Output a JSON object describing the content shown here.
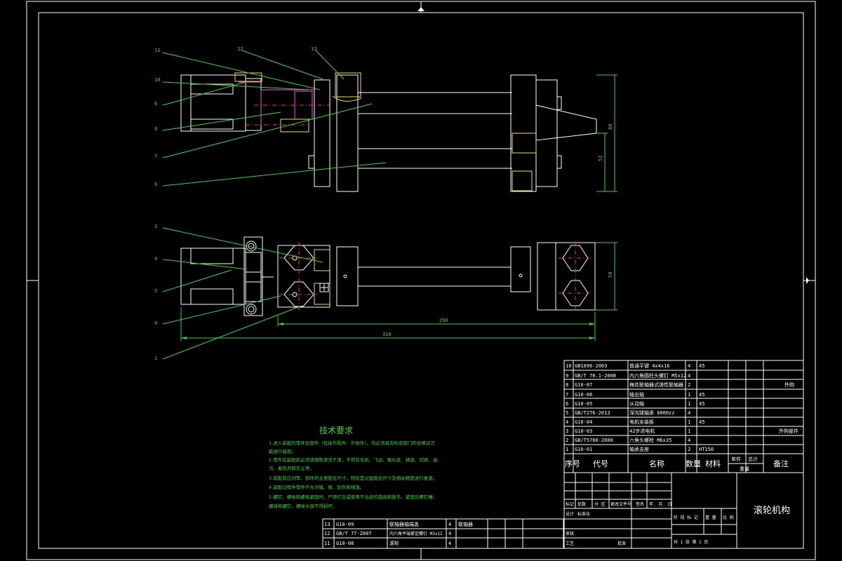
{
  "drawing_title": "滚轮机构",
  "tech": {
    "title": "技术要求",
    "lines": [
      "1.进入装配的零件及部件（包括外购件、外协件），均必须具有检验部门的合格证方",
      "能进行装配。",
      "2.零件在装配前必须清理和清洗干净，不得有毛刺、飞边、氧化皮、锈蚀、切屑、油",
      "污、着色剂和灰尘等。",
      "3.装配前应对零、部件的主要配合尺寸，特别是过盈配合尺寸及相关精度进行复查。",
      "4.装配过程中零件不允许磕、碰、划伤和锈蚀。",
      "5.螺钉、螺栓和螺母紧固时，严禁打击或使用不合适的旋具和扳手。紧固后螺钉槽、",
      "螺母和螺钉、螺栓头部不得损坏。"
    ]
  },
  "bom_header": {
    "no": "序号",
    "code": "代号",
    "name": "名称",
    "qty": "数量",
    "material": "材料",
    "unit_weight": "单件",
    "total_weight": "总计",
    "weight": "重量",
    "remark": "备注"
  },
  "bom": [
    {
      "no": "10",
      "code": "GB1096-2003",
      "name": "普通平键 4x4x16",
      "qty": "4",
      "material": "45",
      "remark": ""
    },
    {
      "no": "9",
      "code": "GB/T 70.1-2008",
      "name": "内六角圆柱头螺钉 M5x12",
      "qty": "4",
      "material": "",
      "remark": ""
    },
    {
      "no": "8",
      "code": "G10-07",
      "name": "梅花联轴器式弹性联轴器",
      "qty": "2",
      "material": "",
      "remark": "外购"
    },
    {
      "no": "7",
      "code": "G10-06",
      "name": "输出轴",
      "qty": "1",
      "material": "45",
      "remark": ""
    },
    {
      "no": "6",
      "code": "G10-05",
      "name": "从动轴",
      "qty": "1",
      "material": "45",
      "remark": ""
    },
    {
      "no": "5",
      "code": "GB/T276-2013",
      "name": "深沟球轴承 6000zz",
      "qty": "4",
      "material": "",
      "remark": ""
    },
    {
      "no": "4",
      "code": "G10-04",
      "name": "电机安装板",
      "qty": "1",
      "material": "45",
      "remark": ""
    },
    {
      "no": "3",
      "code": "G10-03",
      "name": "42步进电机",
      "qty": "1",
      "material": "",
      "remark": "外购部件"
    },
    {
      "no": "2",
      "code": "GB/T5780-2000",
      "name": "六角头螺栓 M6x35",
      "qty": "4",
      "material": "",
      "remark": ""
    },
    {
      "no": "1",
      "code": "G10-01",
      "name": "轴承支座",
      "qty": "2",
      "material": "HT150",
      "remark": ""
    }
  ],
  "bom_extra": [
    {
      "no": "13",
      "code": "G10-09",
      "name": "联轴器轴端盖",
      "qty": "4",
      "material": "联轴器"
    },
    {
      "no": "12",
      "code": "GB/T 77-2007",
      "name": "内六角平端紧定螺钉 M3x12",
      "qty": "4",
      "material": ""
    },
    {
      "no": "11",
      "code": "G10-08",
      "name": "滚轮",
      "qty": "4",
      "material": ""
    }
  ],
  "title_block": {
    "labels_row": [
      "标记",
      "处数",
      "分 区",
      "更改文件号",
      "签名",
      "年. 月. 日"
    ],
    "design": "设计",
    "std": "标准化",
    "review": "审核",
    "process": "工艺",
    "approve": "批准",
    "stage_labels": [
      "阶 段 标 记",
      "重 量",
      "比 例"
    ],
    "sheet": "共  1  张    第  1  页"
  },
  "dims": {
    "d_260": "260",
    "d_310": "310",
    "d_left_big": "80",
    "d_left_small": "52",
    "d_right": "50"
  },
  "leaders_top": [
    "11",
    "10",
    "6",
    "8",
    "7",
    "6",
    "12",
    "13"
  ],
  "leaders_bottom": [
    "3",
    "4",
    "5",
    "9",
    "1"
  ]
}
